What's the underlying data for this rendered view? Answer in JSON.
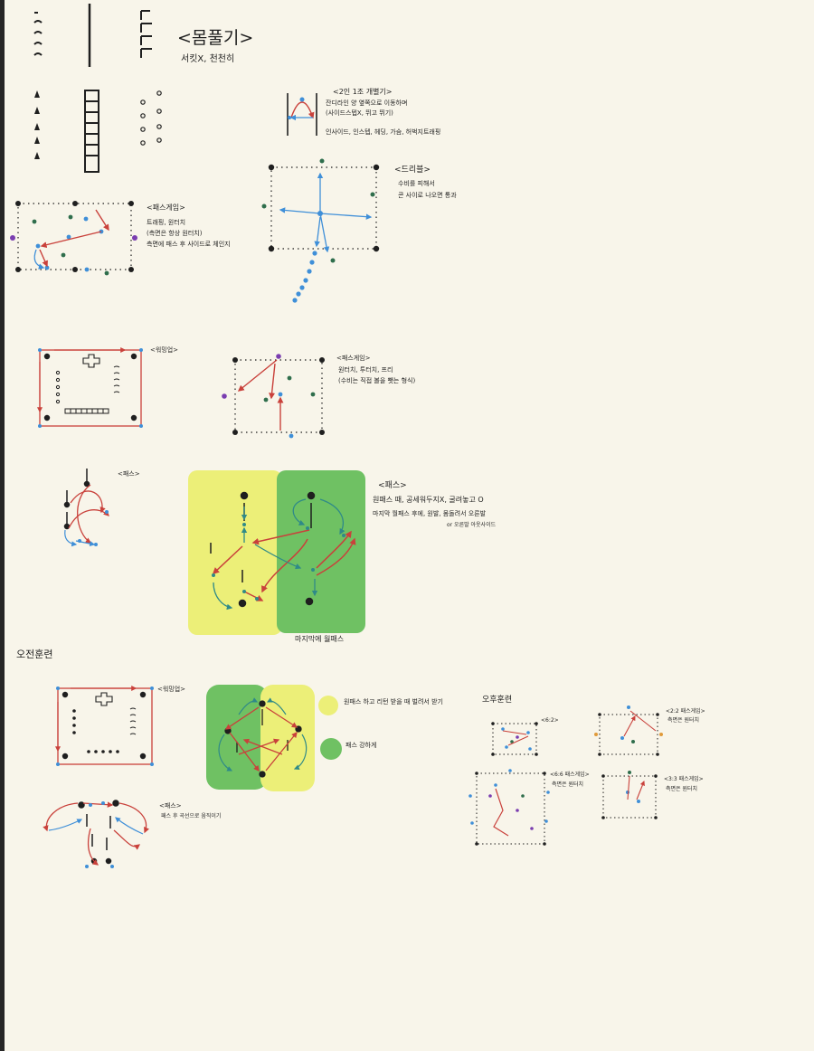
{
  "page_title": "<몸풀기>",
  "page_subtitle": "서킷X, 천천히",
  "sections": {
    "morning": "오전훈련",
    "afternoon": "오후훈련"
  },
  "labels": {
    "pairs": {
      "title": "<2인 1조 개별기>",
      "lines": [
        "잔디라인 양 옆쪽으로 이동하며",
        "(사이드스텝X, 뛰고 뛰기)",
        "인사이드, 인스텝, 헤딩, 가슴, 허벅지트래핑"
      ]
    },
    "dribble": {
      "title": "<드리블>",
      "lines": [
        "수비를 피해서",
        "콘 사이로 나오면 통과"
      ]
    },
    "passgame1": {
      "title": "<패스게임>",
      "lines": [
        "트래핑, 원터치",
        "(측면은 항상 원터치)",
        "측면에 패스 후 사이드로 체인지"
      ]
    },
    "warmup1": {
      "title": "<워밍업>"
    },
    "passgame2": {
      "title": "<패스게임>",
      "lines": [
        "원터치, 투터치, 프리",
        "(수비는 직접 볼을 뺏는 형식)"
      ]
    },
    "pass_small": {
      "title": "<패스>"
    },
    "pass_big": {
      "title": "<패스>",
      "lines": [
        "원패스 때, 공세워두지X, 굴려놓고 O",
        "마지막 월패스 후에, 원발, 몸돌려서 오른발",
        "or 오른발 아웃사이드"
      ]
    },
    "big_caption": "마지막에 월패스",
    "warmup2": {
      "title": "<워밍업>"
    },
    "legend": {
      "yellow": "원패스 하고 리턴 받을 때 벌려서 받기",
      "green": "패스 강하게"
    },
    "pass_curve": {
      "title": "<패스>",
      "lines": [
        "패스 후 곡선으로 움직이기"
      ]
    },
    "g62": {
      "title": "<6:2>"
    },
    "g22": {
      "title": "<2:2 패스게임>",
      "lines": [
        "측면은 원터치"
      ]
    },
    "g66": {
      "title": "<6:6 패스게임>",
      "lines": [
        "측면은 원터치"
      ]
    },
    "g33": {
      "title": "<3:3 패스게임>",
      "lines": [
        "측면은 원터치"
      ]
    }
  },
  "colors": {
    "ink": "#1f1f1f",
    "red": "#c9413b",
    "blue": "#3f8fd8",
    "green_dot": "#2f6e4c",
    "purple": "#7a3db0",
    "teal": "#2f8a88",
    "orange": "#e09a3a",
    "yellow_zone": "#ecef78",
    "green_zone": "#6fc163",
    "paper": "#f8f5ea"
  }
}
